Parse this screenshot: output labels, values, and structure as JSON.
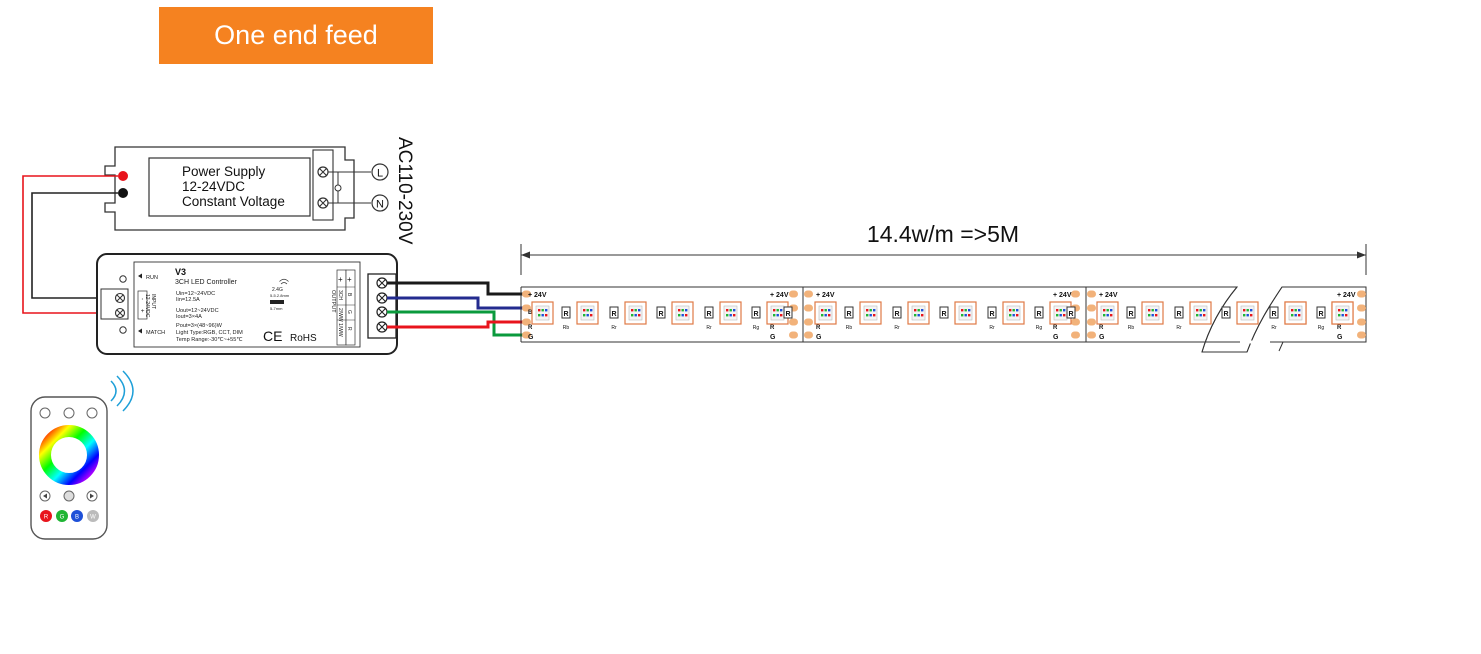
{
  "title": "One end feed",
  "power_supply": {
    "line1": "Power Supply",
    "line2": "12-24VDC",
    "line3": "Constant Voltage",
    "ac_label": "AC110-230V",
    "terminal_l": "L",
    "terminal_n": "N"
  },
  "controller": {
    "model": "V3",
    "name": "3CH LED Controller",
    "spec_uin": "Uin=12~24VDC",
    "spec_iin": "Iin=12.5A",
    "spec_uout": "Uout=12~24VDC",
    "spec_iout": "Iout=3×4A",
    "spec_pout": "Pout=3×(48~96)W",
    "spec_light": "Light Type:RGB, CCT, DIM",
    "spec_temp": "Temp Range:-30℃~+55℃",
    "run": "RUN",
    "match": "MATCH",
    "input_label": "INPUT",
    "input_volt": "12-24VDC",
    "output_label": "OUTPUT",
    "freq": "2.4G",
    "strip_a": "5-5.2.8mm",
    "strip_b": "5-7mm",
    "ce": "CE",
    "rohs": "RoHS",
    "out_plus": "+",
    "out_a": "3CH",
    "out_b": "2/WW",
    "out_c": "1/WW",
    "out_d": "B",
    "out_e": "G",
    "out_f": "R",
    "in_minus": "-",
    "in_plus": "+"
  },
  "strip": {
    "spec": "14.4w/m =>5M",
    "pad_24v": "+ 24V",
    "pad_b": "B",
    "pad_r": "R",
    "pad_g": "G",
    "resistor": "R",
    "res_rb": "Rb",
    "res_rr": "Rr",
    "res_rg": "Rg"
  },
  "remote": {
    "btn_r": "R",
    "btn_g": "G",
    "btn_b": "B",
    "btn_w": "W"
  },
  "colors": {
    "banner": "#f58220",
    "wire_positive": "#e8141c",
    "wire_black": "#1a1a1a",
    "wire_blue": "#232b8f",
    "wire_green": "#0a9a3c",
    "wire_red": "#e8141c",
    "pad": "#f2b27a"
  }
}
